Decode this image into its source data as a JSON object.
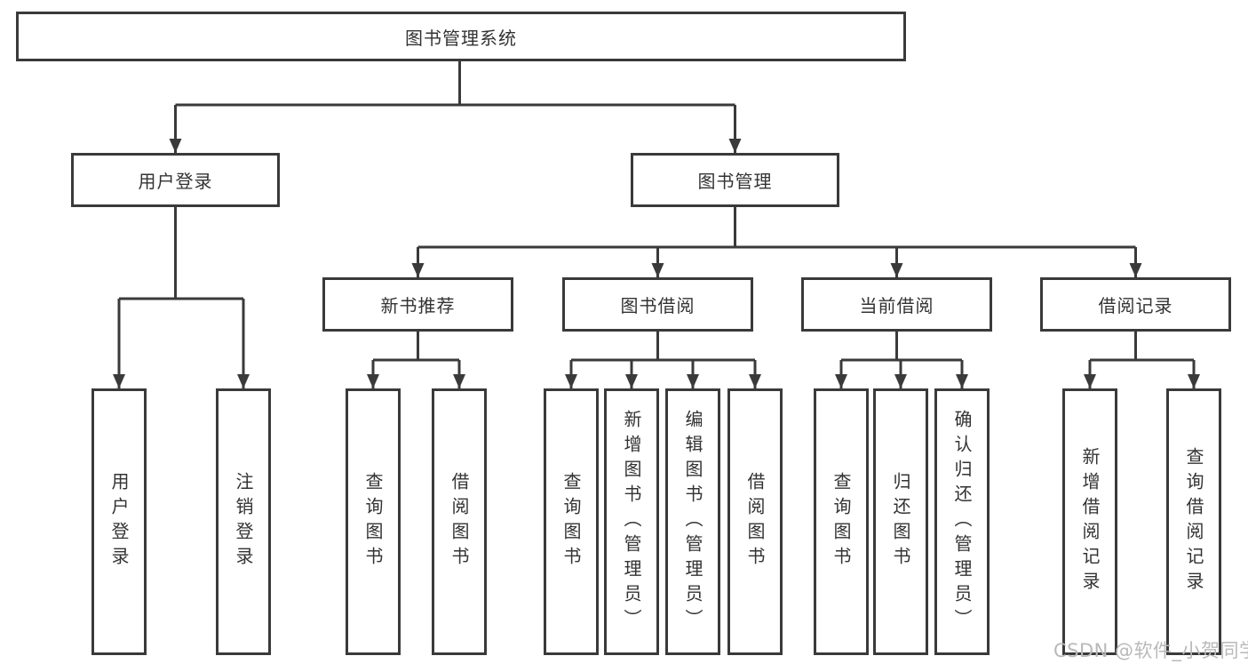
{
  "tree": {
    "root": "图书管理系统",
    "branches": [
      {
        "label": "用户登录",
        "children": [
          "用户登录",
          "注销登录"
        ]
      },
      {
        "label": "图书管理",
        "groups": [
          {
            "label": "新书推荐",
            "children": [
              "查询图书",
              "借阅图书"
            ]
          },
          {
            "label": "图书借阅",
            "children": [
              "查询图书",
              "新增图书（管理员）",
              "编辑图书（管理员）",
              "借阅图书"
            ]
          },
          {
            "label": "当前借阅",
            "children": [
              "查询图书",
              "归还图书",
              "确认归还（管理员）"
            ]
          },
          {
            "label": "借阅记录",
            "children": [
              "新增借阅记录",
              "查询借阅记录"
            ]
          }
        ]
      }
    ]
  },
  "watermark": "CSDN @软件_小贺同学",
  "colors": {
    "line": "#3a3a3a",
    "box_border": "#3a3a3a",
    "box_fill": "#ffffff",
    "text": "#333333",
    "watermark": "#b9b9b9",
    "background": "#ffffff"
  }
}
